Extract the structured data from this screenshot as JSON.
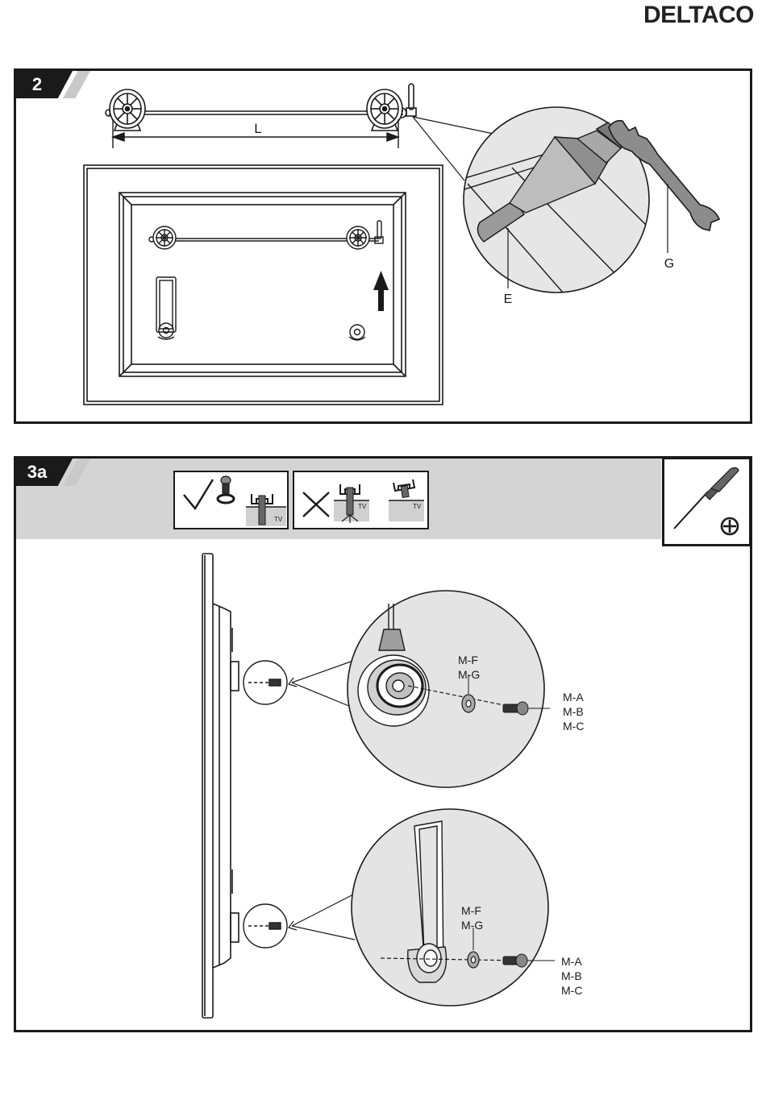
{
  "brand": "DELTACO",
  "step2": {
    "number": "2",
    "dimension_label": "L",
    "callout_label_e": "E",
    "callout_label_g": "G"
  },
  "step3a": {
    "number": "3a",
    "parts_upper": {
      "washer_labels": [
        "M-F",
        "M-G"
      ],
      "screw_labels": [
        "M-A",
        "M-B",
        "M-C"
      ]
    },
    "parts_lower": {
      "washer_labels": [
        "M-F",
        "M-G"
      ],
      "screw_labels": [
        "M-A",
        "M-B",
        "M-C"
      ]
    },
    "icon_tv": "TV",
    "tool_icon": "phillips-screwdriver-icon",
    "check_icon": "checkmark-icon",
    "cross_icon": "cross-icon"
  }
}
